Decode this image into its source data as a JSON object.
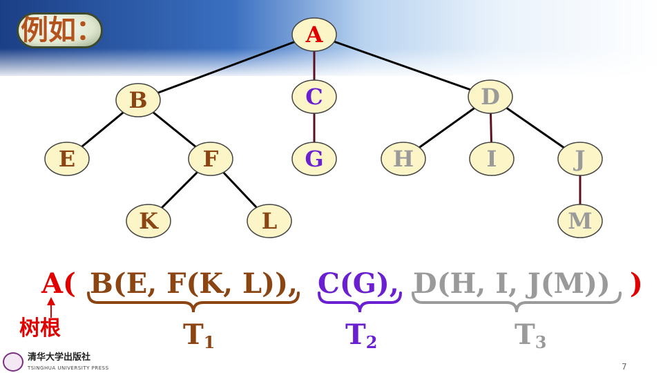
{
  "slide": {
    "title": "例如：",
    "root_label": "树根",
    "page_number": "7",
    "publisher_cn": "清华大学出版社",
    "publisher_en": "TSINGHUA UNIVERSITY PRESS"
  },
  "colors": {
    "root": "#e00000",
    "subtree1": "#8b4513",
    "subtree2": "#6a1fd0",
    "subtree3": "#9a9a9a",
    "node_fill": "#fbf5c8",
    "node_stroke": "#444444",
    "edge_black": "#000000",
    "edge_dark": "#5a1020"
  },
  "tree": {
    "nodes": [
      {
        "id": "A",
        "label": "A",
        "group": "root"
      },
      {
        "id": "B",
        "label": "B",
        "group": "subtree1"
      },
      {
        "id": "C",
        "label": "C",
        "group": "subtree2"
      },
      {
        "id": "D",
        "label": "D",
        "group": "subtree3"
      },
      {
        "id": "E",
        "label": "E",
        "group": "subtree1"
      },
      {
        "id": "F",
        "label": "F",
        "group": "subtree1"
      },
      {
        "id": "G",
        "label": "G",
        "group": "subtree2"
      },
      {
        "id": "H",
        "label": "H",
        "group": "subtree3"
      },
      {
        "id": "I",
        "label": "I",
        "group": "subtree3"
      },
      {
        "id": "J",
        "label": "J",
        "group": "subtree3"
      },
      {
        "id": "K",
        "label": "K",
        "group": "subtree1"
      },
      {
        "id": "L",
        "label": "L",
        "group": "subtree1"
      },
      {
        "id": "M",
        "label": "M",
        "group": "subtree3"
      }
    ],
    "edges": [
      {
        "from": "A",
        "to": "B",
        "style": "edge_black"
      },
      {
        "from": "A",
        "to": "C",
        "style": "edge_dark"
      },
      {
        "from": "A",
        "to": "D",
        "style": "edge_black"
      },
      {
        "from": "B",
        "to": "E",
        "style": "edge_black"
      },
      {
        "from": "B",
        "to": "F",
        "style": "edge_black"
      },
      {
        "from": "C",
        "to": "G",
        "style": "edge_dark"
      },
      {
        "from": "D",
        "to": "H",
        "style": "edge_black"
      },
      {
        "from": "D",
        "to": "I",
        "style": "edge_dark"
      },
      {
        "from": "D",
        "to": "J",
        "style": "edge_black"
      },
      {
        "from": "F",
        "to": "K",
        "style": "edge_black"
      },
      {
        "from": "F",
        "to": "L",
        "style": "edge_black"
      },
      {
        "from": "J",
        "to": "M",
        "style": "edge_dark"
      }
    ]
  },
  "expression": {
    "open": "A(",
    "part1": "B(E, F(K, L)),",
    "part2": "C(G),",
    "part3": "D(H, I, J(M))",
    "close": ")"
  },
  "subtrees": [
    {
      "letter": "T",
      "index": "1",
      "group": "subtree1"
    },
    {
      "letter": "T",
      "index": "2",
      "group": "subtree2"
    },
    {
      "letter": "T",
      "index": "3",
      "group": "subtree3"
    }
  ]
}
